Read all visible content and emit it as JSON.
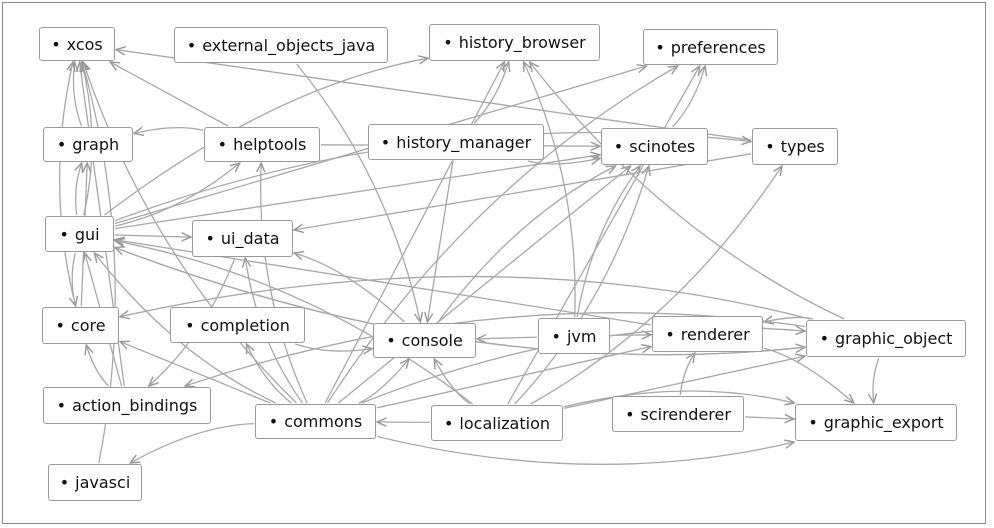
{
  "diagram": {
    "nodes": [
      {
        "id": "xcos",
        "label": "xcos"
      },
      {
        "id": "external_objects_java",
        "label": "external_objects_java"
      },
      {
        "id": "history_browser",
        "label": "history_browser"
      },
      {
        "id": "preferences",
        "label": "preferences"
      },
      {
        "id": "graph",
        "label": "graph"
      },
      {
        "id": "helptools",
        "label": "helptools"
      },
      {
        "id": "history_manager",
        "label": "history_manager"
      },
      {
        "id": "scinotes",
        "label": "scinotes"
      },
      {
        "id": "types",
        "label": "types"
      },
      {
        "id": "gui",
        "label": "gui"
      },
      {
        "id": "ui_data",
        "label": "ui_data"
      },
      {
        "id": "core",
        "label": "core"
      },
      {
        "id": "completion",
        "label": "completion"
      },
      {
        "id": "console",
        "label": "console"
      },
      {
        "id": "jvm",
        "label": "jvm"
      },
      {
        "id": "renderer",
        "label": "renderer"
      },
      {
        "id": "graphic_object",
        "label": "graphic_object"
      },
      {
        "id": "action_bindings",
        "label": "action_bindings"
      },
      {
        "id": "commons",
        "label": "commons"
      },
      {
        "id": "localization",
        "label": "localization"
      },
      {
        "id": "scirenderer",
        "label": "scirenderer"
      },
      {
        "id": "graphic_export",
        "label": "graphic_export"
      },
      {
        "id": "javasci",
        "label": "javasci"
      }
    ],
    "edges": [
      [
        "graph",
        "xcos"
      ],
      [
        "helptools",
        "xcos"
      ],
      [
        "gui",
        "xcos"
      ],
      [
        "core",
        "xcos"
      ],
      [
        "action_bindings",
        "xcos"
      ],
      [
        "javasci",
        "xcos"
      ],
      [
        "commons",
        "xcos"
      ],
      [
        "types",
        "xcos"
      ],
      [
        "history_manager",
        "history_browser"
      ],
      [
        "gui",
        "history_browser"
      ],
      [
        "commons",
        "history_browser"
      ],
      [
        "jvm",
        "history_browser"
      ],
      [
        "graphic_object",
        "history_browser"
      ],
      [
        "gui",
        "preferences"
      ],
      [
        "scinotes",
        "preferences"
      ],
      [
        "commons",
        "preferences"
      ],
      [
        "localization",
        "preferences"
      ],
      [
        "helptools",
        "graph"
      ],
      [
        "gui",
        "graph"
      ],
      [
        "core",
        "graph"
      ],
      [
        "gui",
        "helptools"
      ],
      [
        "commons",
        "helptools"
      ],
      [
        "gui",
        "scinotes"
      ],
      [
        "history_manager",
        "scinotes"
      ],
      [
        "console",
        "scinotes"
      ],
      [
        "commons",
        "scinotes"
      ],
      [
        "localization",
        "scinotes"
      ],
      [
        "jvm",
        "scinotes"
      ],
      [
        "helptools",
        "scinotes"
      ],
      [
        "localization",
        "types"
      ],
      [
        "gui",
        "types"
      ],
      [
        "gui",
        "ui_data"
      ],
      [
        "console",
        "ui_data"
      ],
      [
        "commons",
        "ui_data"
      ],
      [
        "types",
        "ui_data"
      ],
      [
        "gui",
        "core"
      ],
      [
        "action_bindings",
        "core"
      ],
      [
        "commons",
        "core"
      ],
      [
        "graphic_object",
        "core"
      ],
      [
        "commons",
        "completion"
      ],
      [
        "jvm",
        "console"
      ],
      [
        "commons",
        "console"
      ],
      [
        "localization",
        "console"
      ],
      [
        "history_manager",
        "console"
      ],
      [
        "completion",
        "console"
      ],
      [
        "external_objects_java",
        "console"
      ],
      [
        "jvm",
        "renderer"
      ],
      [
        "graphic_object",
        "renderer"
      ],
      [
        "scirenderer",
        "renderer"
      ],
      [
        "commons",
        "renderer"
      ],
      [
        "gui",
        "graphic_object"
      ],
      [
        "commons",
        "graphic_object"
      ],
      [
        "localization",
        "graphic_object"
      ],
      [
        "graphic_object",
        "graphic_export"
      ],
      [
        "renderer",
        "graphic_export"
      ],
      [
        "scirenderer",
        "graphic_export"
      ],
      [
        "commons",
        "graphic_export"
      ],
      [
        "localization",
        "graphic_export"
      ],
      [
        "localization",
        "commons"
      ],
      [
        "graphic_object",
        "action_bindings"
      ],
      [
        "commons",
        "gui"
      ],
      [
        "renderer",
        "gui"
      ],
      [
        "localization",
        "gui"
      ],
      [
        "graphic_object",
        "gui"
      ],
      [
        "action_bindings",
        "gui"
      ],
      [
        "commons",
        "javasci"
      ],
      [
        "ui_data",
        "action_bindings"
      ]
    ]
  }
}
